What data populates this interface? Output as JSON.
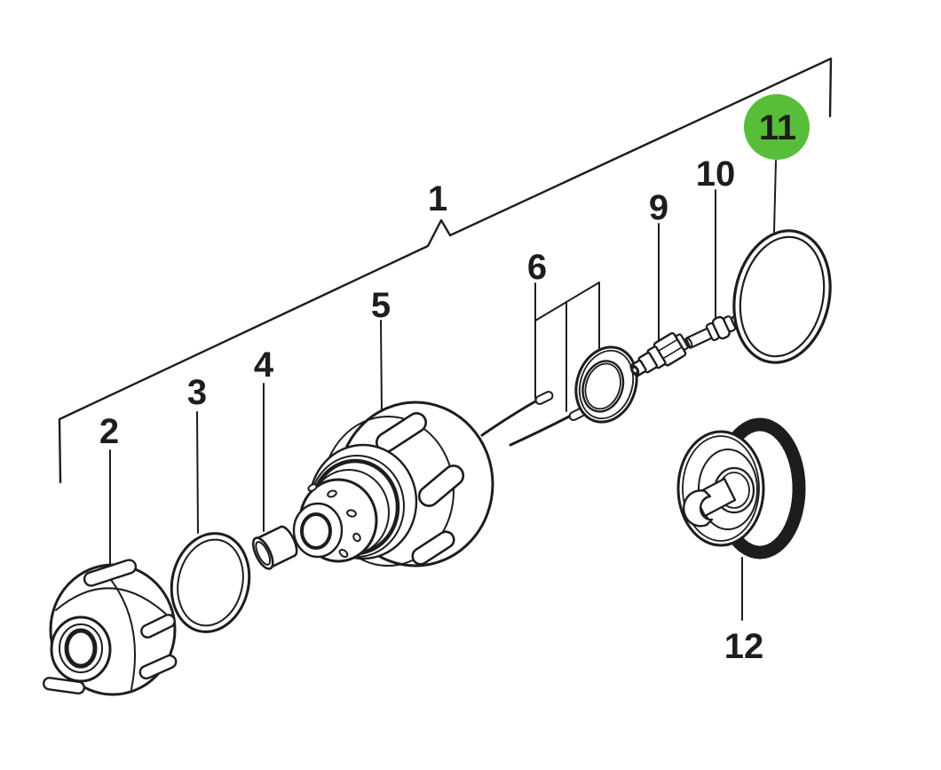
{
  "diagram": {
    "kind": "exploded-parts-diagram",
    "background_color": "#ffffff",
    "line_color": "#1d1d1b",
    "highlight": {
      "callout": "11",
      "circle_color": "#58be3a",
      "text_color": "#1d1d1b"
    },
    "callouts": {
      "n1": "1",
      "n2": "2",
      "n3": "3",
      "n4": "4",
      "n5": "5",
      "n6": "6",
      "n9": "9",
      "n10": "10",
      "n11": "11",
      "n12": "12"
    }
  }
}
